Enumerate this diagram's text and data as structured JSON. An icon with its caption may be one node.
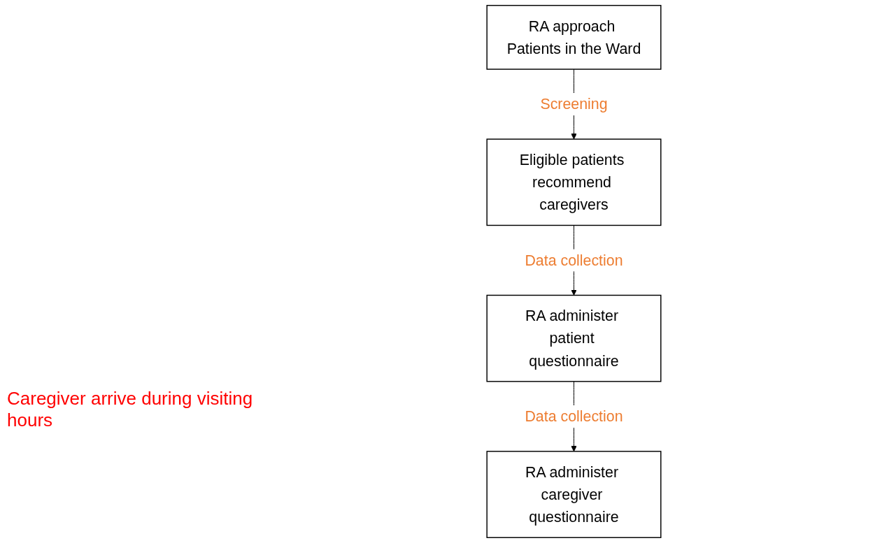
{
  "diagram": {
    "nodes": [
      {
        "text": [
          "RA approach Patients in the Ward"
        ]
      },
      {
        "text": [
          "Eligible patients recommend caregivers"
        ]
      },
      {
        "text": [
          "RA administer patient questionnaire"
        ]
      },
      {
        "text": [
          "RA administer caregiver questionnaire"
        ]
      }
    ],
    "edges": [
      {
        "from": 0,
        "to": 1,
        "arrow": "to",
        "label": "Screening"
      },
      {
        "from": 1,
        "to": 2,
        "arrow": "to",
        "label": "Data collection"
      },
      {
        "from": 2,
        "to": 3,
        "arrow": "to",
        "label": "Data collection"
      }
    ],
    "labels": [
      "Caregiver arrive during visiting hours"
    ]
  }
}
